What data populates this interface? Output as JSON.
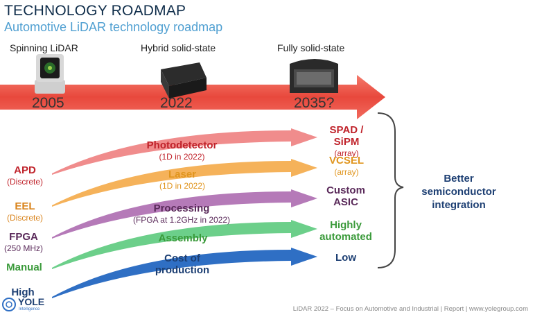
{
  "header": {
    "title": "TECHNOLOGY ROADMAP",
    "subtitle": "Automotive LiDAR technology roadmap"
  },
  "timeline": {
    "eras": [
      {
        "label": "Spinning LiDAR",
        "year": "2005"
      },
      {
        "label": "Hybrid solid-state",
        "year": "2022"
      },
      {
        "label": "Fully solid-state",
        "year": "2035?"
      }
    ]
  },
  "rows": [
    {
      "from": "APD",
      "from_sub": "(Discrete)",
      "label": "Photodetector",
      "label_sub": "(1D in 2022)",
      "to": "SPAD / SiPM",
      "to_sub": "(array)",
      "color": "#f08c8c"
    },
    {
      "from": "EEL",
      "from_sub": "(Discrete)",
      "label": "Laser",
      "label_sub": "(1D in 2022)",
      "to": "VCSEL",
      "to_sub": "(array)",
      "color": "#f5b25a"
    },
    {
      "from": "FPGA",
      "from_sub": "(250 MHz)",
      "label": "Processing",
      "label_sub": "(FPGA at 1.2GHz in 2022)",
      "to": "Custom ASIC",
      "to_sub": "",
      "color": "#b57ab8"
    },
    {
      "from": "Manual",
      "from_sub": "",
      "label": "Assembly",
      "label_sub": "",
      "to": "Highly automated",
      "to_sub": "",
      "color": "#6ccf8a"
    },
    {
      "from": "High",
      "from_sub": "",
      "label": "Cost of production",
      "label_sub": "",
      "to": "Low",
      "to_sub": "",
      "color": "#2f6fc4"
    }
  ],
  "outcome": "Better semiconductor integration",
  "brand": {
    "name": "YOLE",
    "tagline": "Intelligence"
  },
  "footer": "LiDAR 2022 – Focus on Automotive and Industrial | Report | www.yolegroup.com"
}
